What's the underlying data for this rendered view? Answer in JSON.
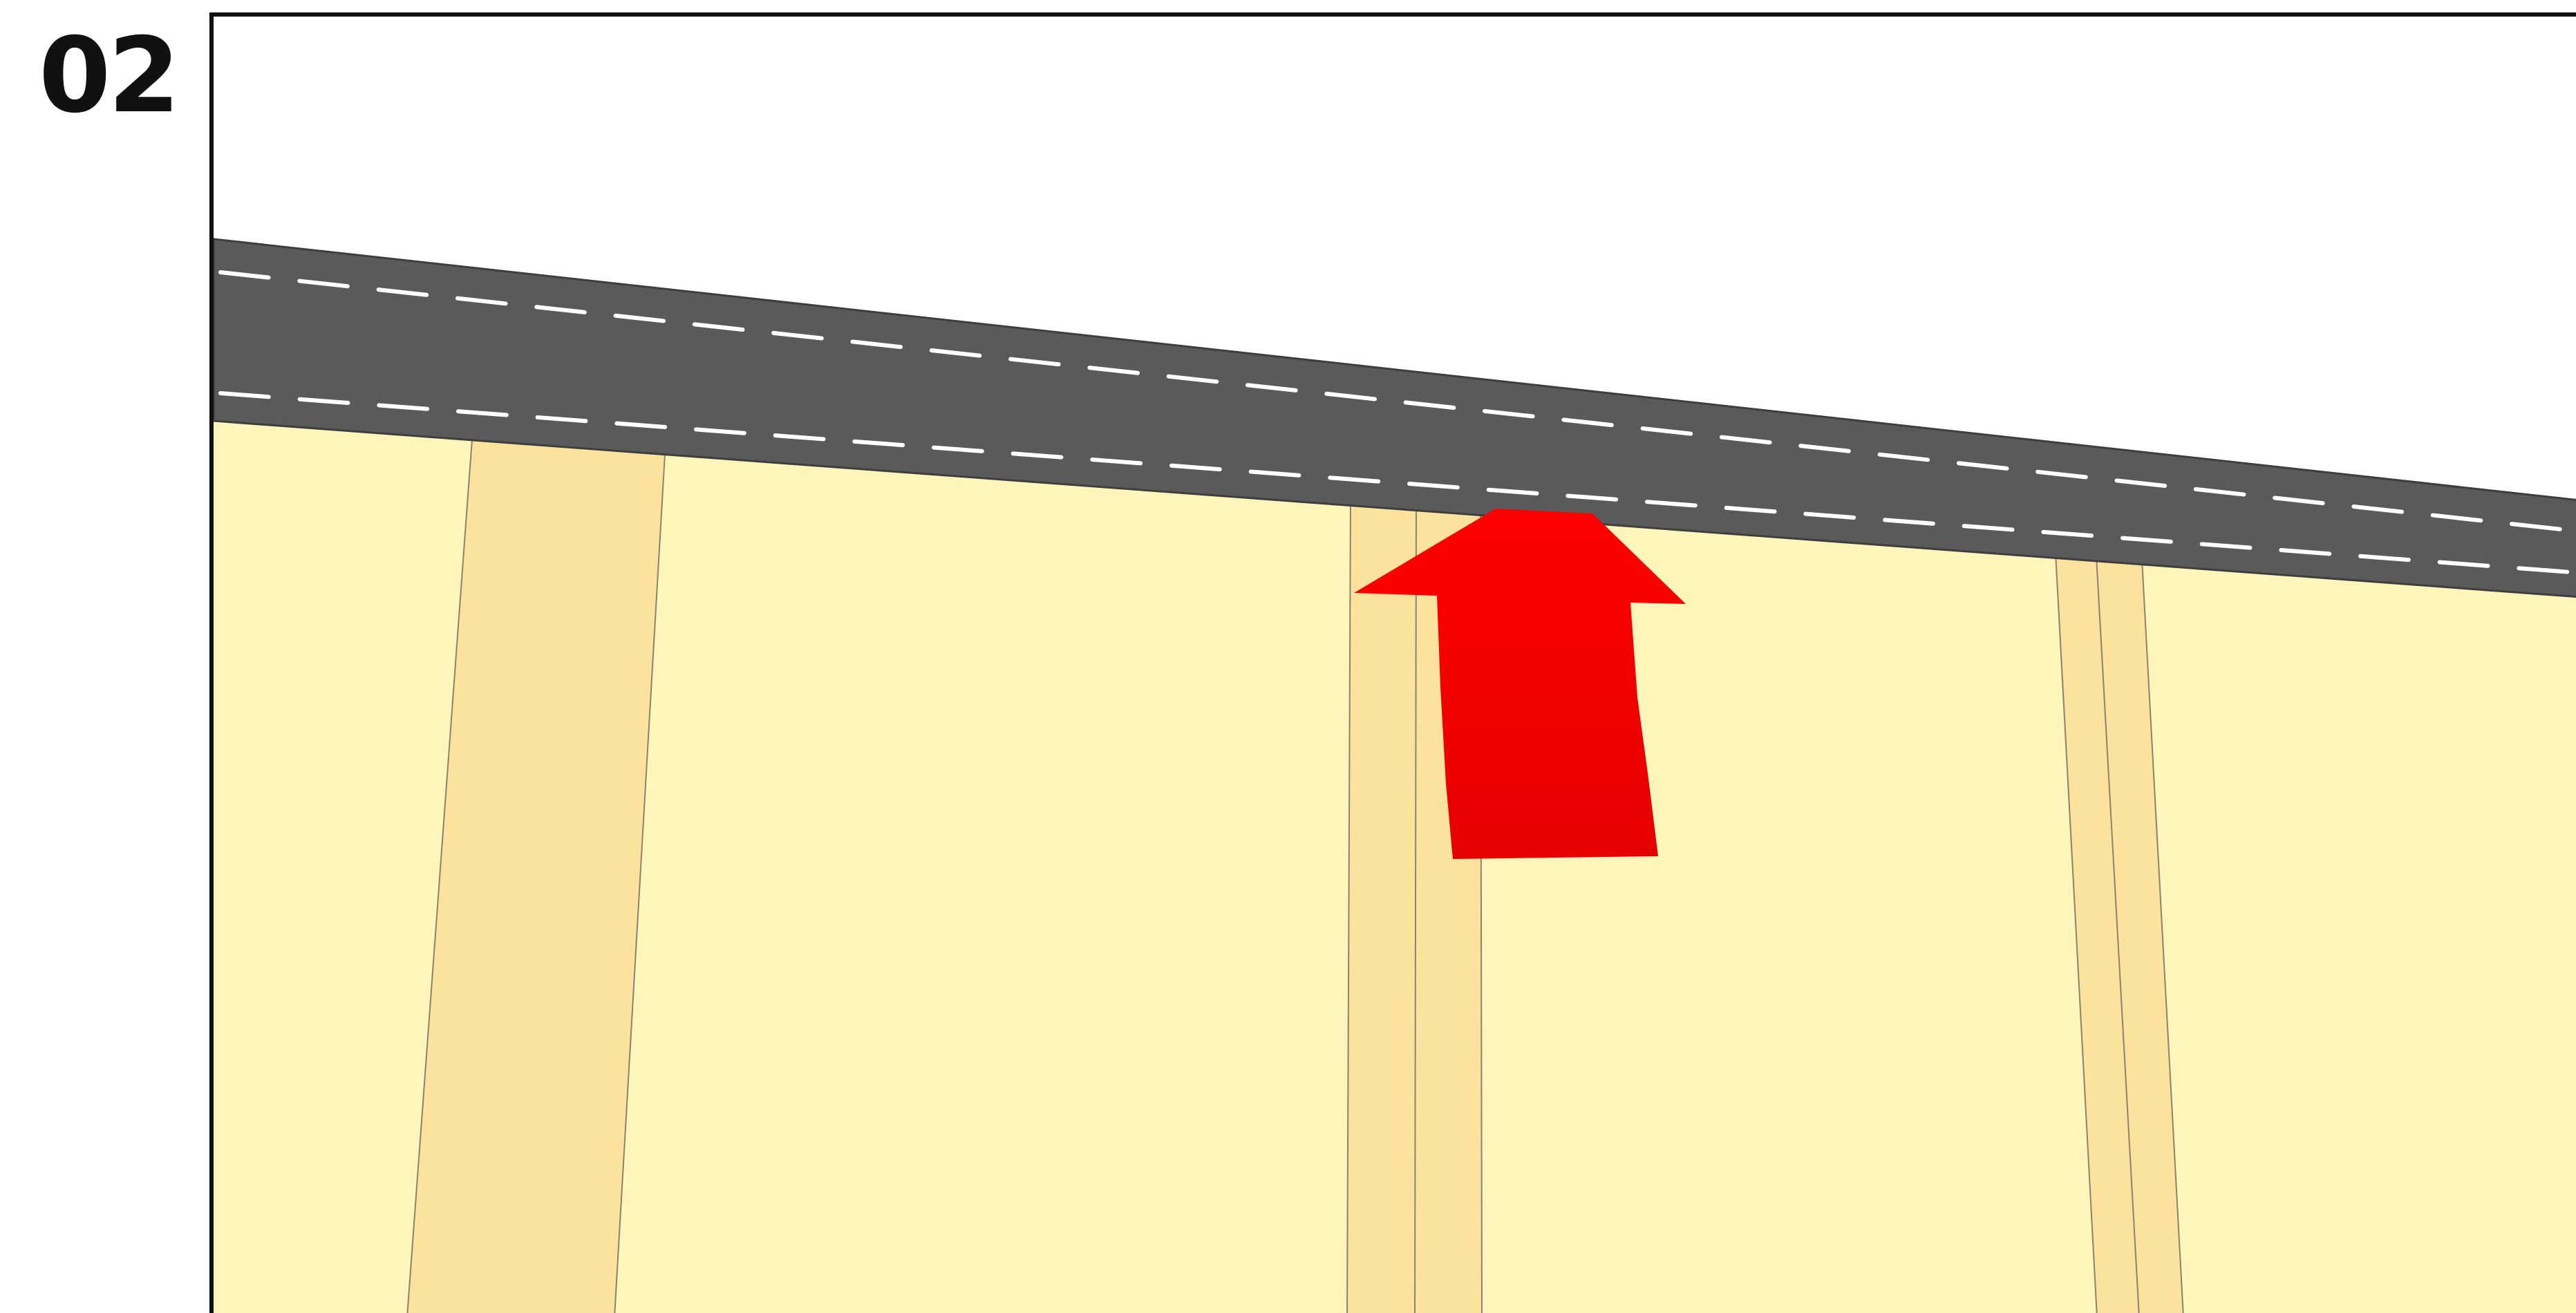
{
  "step": {
    "number": "02"
  },
  "colors": {
    "wall_base": "#fdf5b9",
    "stud_band": "#fbe39e",
    "stud_edge": "#8a8370",
    "road_fill": "#5a5a5a",
    "road_edge": "#3e3e3e",
    "dash": "#ffffff",
    "arrow_top": "#ff0000",
    "arrow_bottom": "#e60000",
    "frame": "#111111"
  },
  "illustration": {
    "wall": "wall-surface",
    "studs": [
      "stud-1",
      "stud-2",
      "stud-3"
    ],
    "strip": "dark-strip-with-dashed-lines",
    "arrow": "up-arrow"
  }
}
